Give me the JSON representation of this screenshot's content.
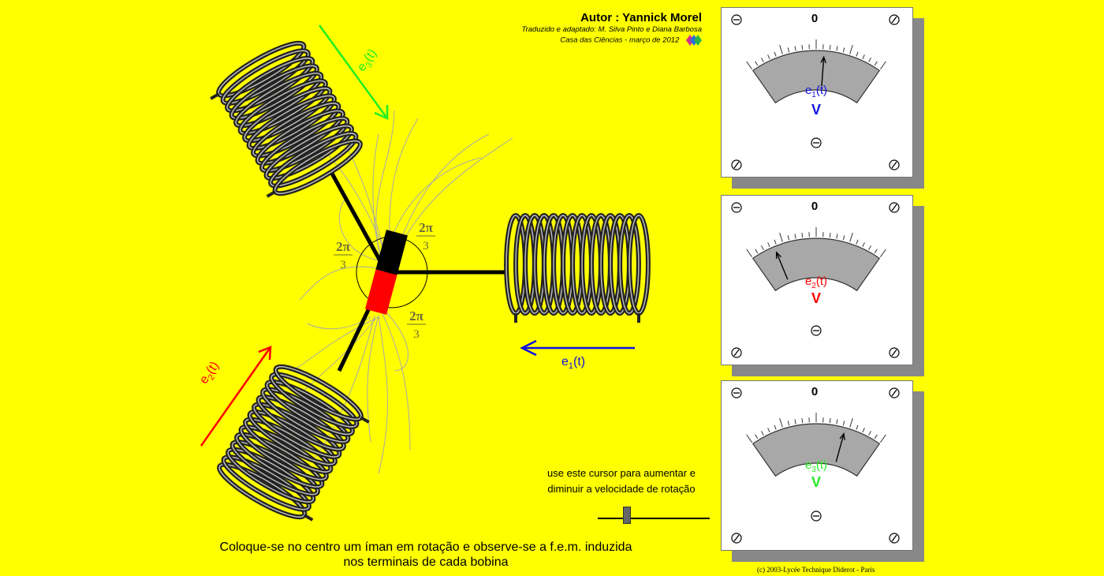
{
  "header": {
    "author": "Autor : Yannick Morel",
    "translation": "Traduzido e adaptado: M. Silva Pinto e Diana Barbosa",
    "publisher": "Casa das Ciências - março de 2012"
  },
  "diagram": {
    "angle_labels": [
      {
        "num": "2π",
        "den": "3"
      },
      {
        "num": "2π",
        "den": "3"
      },
      {
        "num": "2π",
        "den": "3"
      }
    ],
    "emf_labels": [
      {
        "base": "e",
        "sub": "1",
        "arg": "(t)",
        "color": "#1010e0"
      },
      {
        "base": "e",
        "sub": "2",
        "arg": "(t)",
        "color": "#ff0000"
      },
      {
        "base": "e",
        "sub": "3",
        "arg": "(t)",
        "color": "#22ee22"
      }
    ]
  },
  "meters": [
    {
      "zero": "0",
      "label_base": "e",
      "label_sub": "1",
      "label_arg": "(t)",
      "unit": "V",
      "color": "#1010e0",
      "needle_fraction": 0.56
    },
    {
      "zero": "0",
      "label_base": "e",
      "label_sub": "2",
      "label_arg": "(t)",
      "unit": "V",
      "color": "#ff0000",
      "needle_fraction": 0.18
    },
    {
      "zero": "0",
      "label_base": "e",
      "label_sub": "3",
      "label_arg": "(t)",
      "unit": "V",
      "color": "#22ee22",
      "needle_fraction": 0.72
    }
  ],
  "slider": {
    "text_line1": "use este cursor para aumentar e",
    "text_line2": "diminuir a velocidade de rotação"
  },
  "caption": {
    "line1": "Coloque-se no centro um íman em rotação e observe-se a f.e.m. induzida",
    "line2": "nos terminais de cada bobina"
  },
  "copyright": "(c) 2003-Lycée Technique Diderot - Paris"
}
